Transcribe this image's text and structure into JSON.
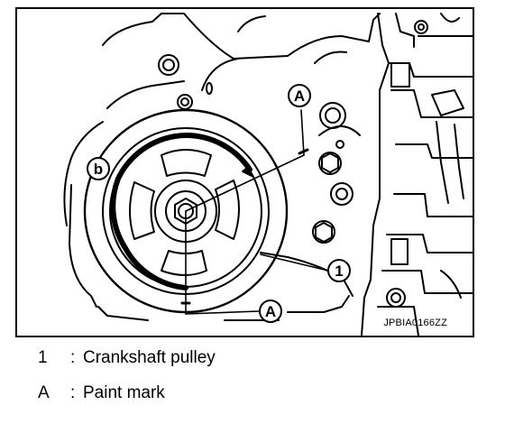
{
  "figure": {
    "id_text": "JPBIA0166ZZ",
    "callouts": {
      "pulley_number": "1",
      "paint_mark": "A",
      "mark_b": "b"
    }
  },
  "legend": [
    {
      "key": "1",
      "separator": ":",
      "text": "Crankshaft pulley"
    },
    {
      "key": "A",
      "separator": ":",
      "text": "Paint mark"
    }
  ]
}
